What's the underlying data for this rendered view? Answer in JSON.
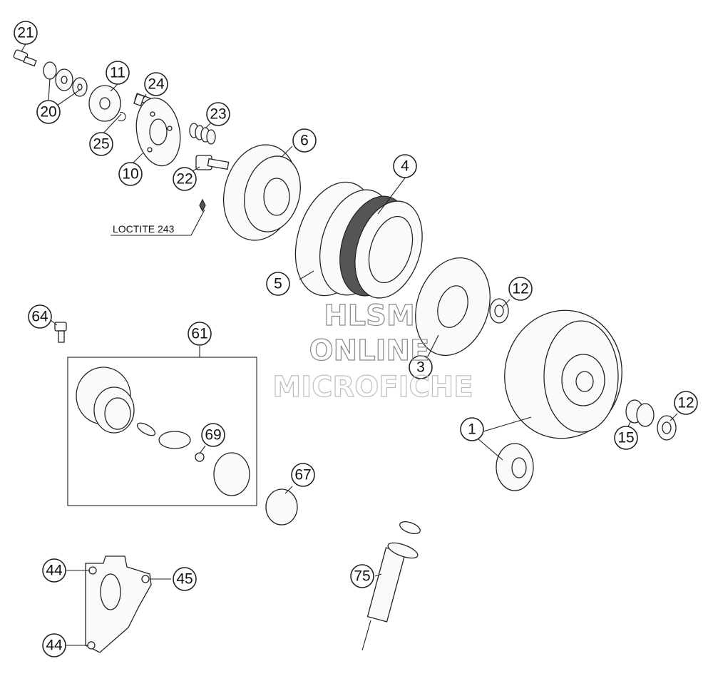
{
  "callouts": [
    "21",
    "20",
    "11",
    "24",
    "25",
    "10",
    "23",
    "22",
    "6",
    "4",
    "5",
    "12",
    "3",
    "64",
    "61",
    "69",
    "67",
    "1",
    "12",
    "15",
    "44",
    "45",
    "44",
    "75"
  ],
  "note": "LOCTITE 243",
  "watermark": {
    "line1": "HLSM",
    "line2": "ONLINE",
    "line3": "MICROFICHE"
  }
}
